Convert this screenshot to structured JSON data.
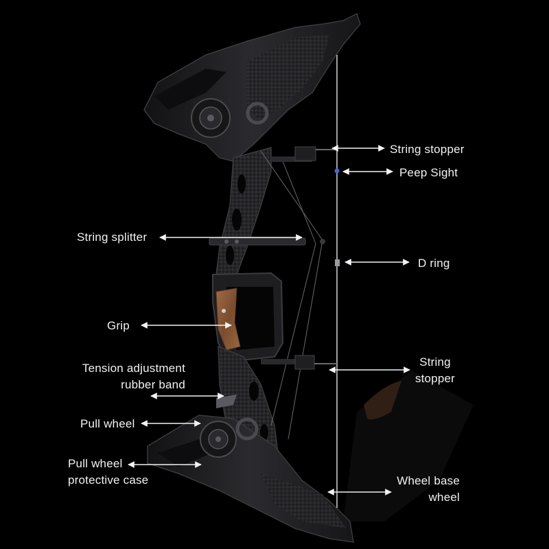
{
  "labels": {
    "string_stopper_top": "String stopper",
    "peep_sight": "Peep Sight",
    "string_splitter": "String splitter",
    "d_ring": "D ring",
    "grip": "Grip",
    "tension_band_line1": "Tension adjustment",
    "tension_band_line2": "rubber band",
    "string_stopper_bottom_line1": "String",
    "string_stopper_bottom_line2": "stopper",
    "pull_wheel": "Pull wheel",
    "pull_wheel_case_line1": "Pull wheel",
    "pull_wheel_case_line2": "protective case",
    "wheel_base_line1": "Wheel base",
    "wheel_base_line2": "wheel"
  },
  "colors": {
    "background": "#000000",
    "limb_dark": "#1b1b1d",
    "limb_mid": "#2a2a2d",
    "carbon_light": "#3a3a3e",
    "grip_wood": "#8a5a3a",
    "arrow_white": "#f2f2f2",
    "peep_blue": "#3a6ad8"
  }
}
